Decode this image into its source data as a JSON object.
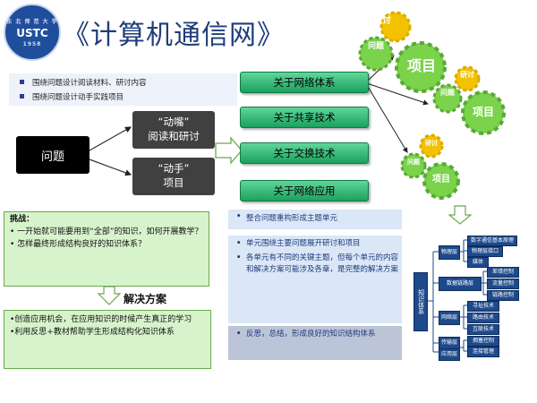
{
  "logo": {
    "top_text": "东 北 师 范 大 学",
    "mid_text": "USTC",
    "bottom_text": "1958"
  },
  "title": "《计算机通信网》",
  "bullets": [
    "围绕问题设计阅读材料、研讨内容",
    "围绕问题设计动手实践项目"
  ],
  "problem": "问题",
  "branches": {
    "read": "“动嘴”\n阅读和研讨",
    "practice": "“动手”\n项目"
  },
  "topics": [
    "关于网络体系",
    "关于共享技术",
    "关于交换技术",
    "关于网络应用"
  ],
  "gears": [
    {
      "small": "研讨",
      "medium": "问题",
      "big": "项目"
    },
    {
      "small": "研讨",
      "medium": "问题",
      "big": "项目"
    },
    {
      "small": "研讨",
      "medium": "问题",
      "big": "项目"
    }
  ],
  "challenge": {
    "heading": "挑战：",
    "items": [
      "一开始就可能要用到“全部”的知识，如何开展教学？",
      "怎样最终形成结构良好的知识体系？"
    ]
  },
  "solution_label": "解决方案",
  "solutions": [
    "•创造应用机会，在应用知识的时候产生真正的学习",
    "•利用反思+教材帮助学生形成结构化知识体系"
  ],
  "summary": {
    "s1": "整合问题重构形成主题单元",
    "s2": [
      "单元围绕主要问题展开研讨和项目",
      "各单元有不同的关键主题，但每个单元的内容和解决方案可能涉及各章，是完整的解决方案"
    ],
    "s3": "反思，总结，形成良好的知识结构体系"
  },
  "tree": {
    "root": "知识体系",
    "layers": [
      "物理层",
      "数据链路层",
      "网络层",
      "传输层",
      "应用层"
    ],
    "leaves": [
      "数字通信基本原理",
      "物理层接口",
      "媒体",
      "差错控制",
      "流量控制",
      "链路控制",
      "寻址技术",
      "路由技术",
      "互联技术",
      "拥塞控制",
      "连接管理"
    ]
  },
  "colors": {
    "title": "#1f3d7a",
    "green": "#1ca05e",
    "gear_green": "#7bd24b",
    "gear_yellow": "#f2c200",
    "tree": "#1e4a8c"
  }
}
